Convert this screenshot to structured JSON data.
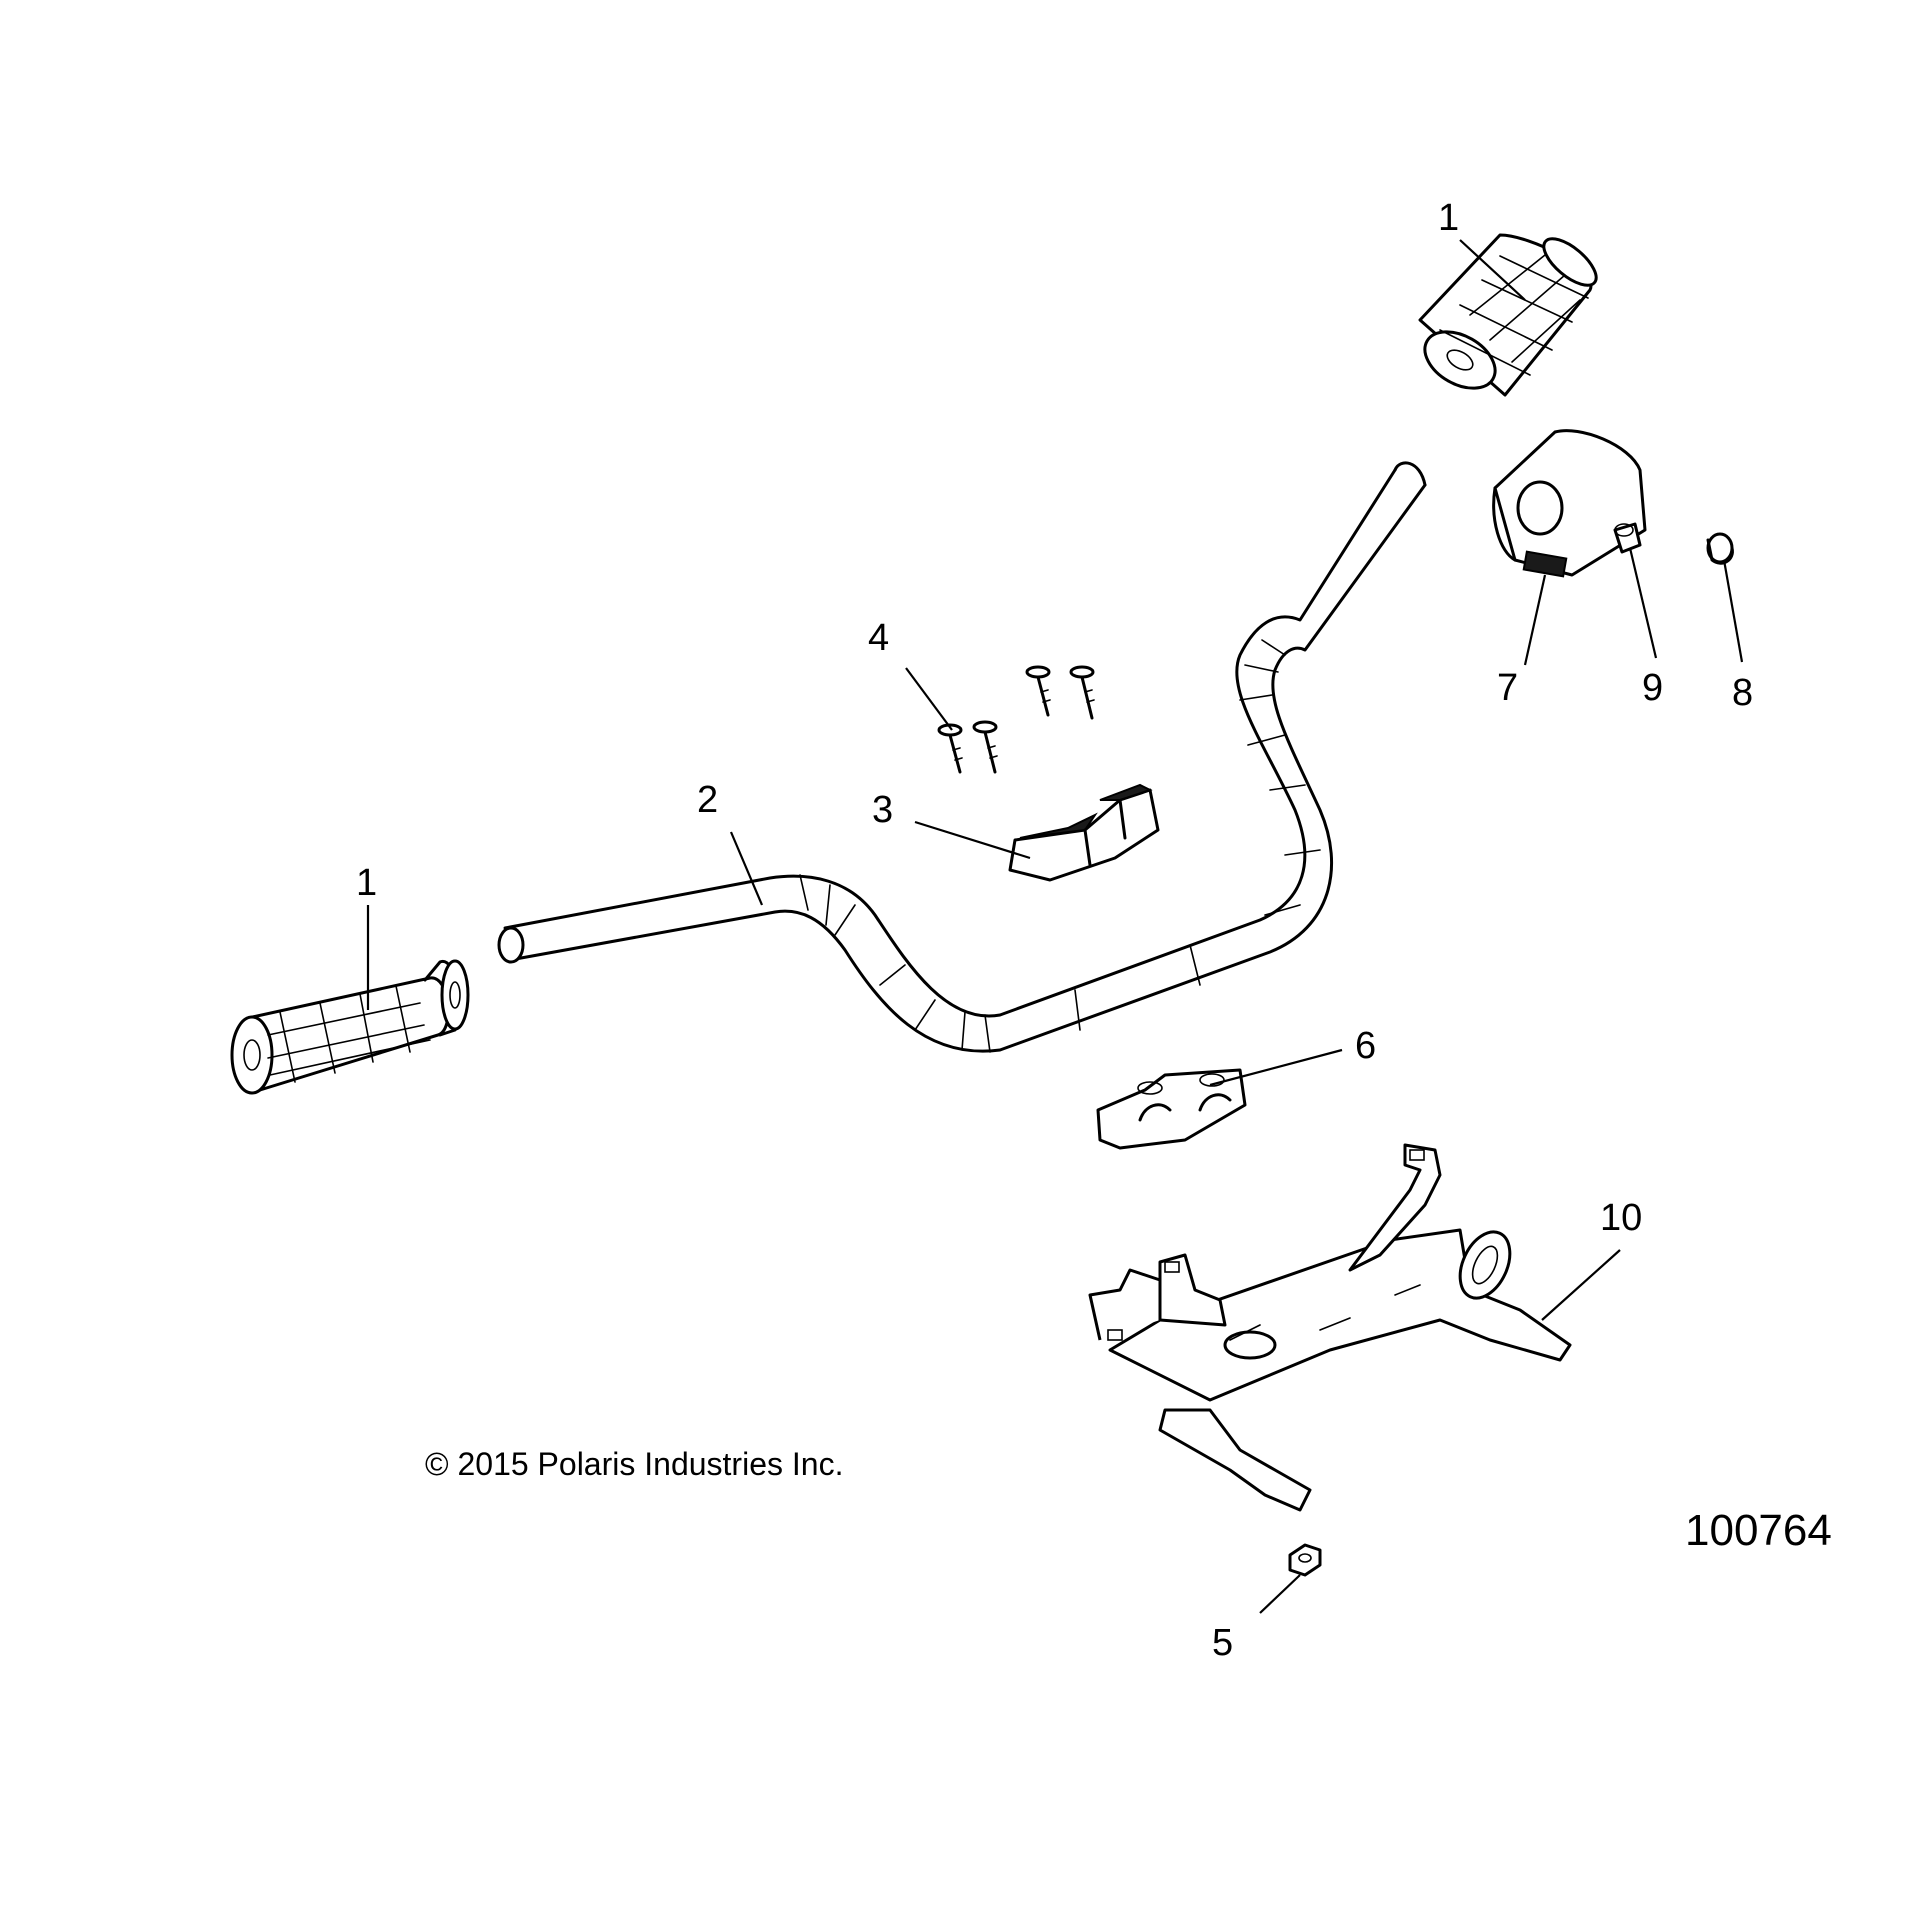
{
  "diagram": {
    "copyright": "© 2015 Polaris Industries Inc.",
    "part_number": "100764",
    "callouts": [
      {
        "id": "left-grip",
        "label": "1"
      },
      {
        "id": "right-grip",
        "label": "1"
      },
      {
        "id": "handlebar",
        "label": "2"
      },
      {
        "id": "upper-clamp",
        "label": "3"
      },
      {
        "id": "bolts",
        "label": "4"
      },
      {
        "id": "nut",
        "label": "5"
      },
      {
        "id": "lower-clamp",
        "label": "6"
      },
      {
        "id": "throttle-housing",
        "label": "7"
      },
      {
        "id": "cap",
        "label": "8"
      },
      {
        "id": "screw",
        "label": "9"
      },
      {
        "id": "bracket",
        "label": "10"
      }
    ]
  }
}
